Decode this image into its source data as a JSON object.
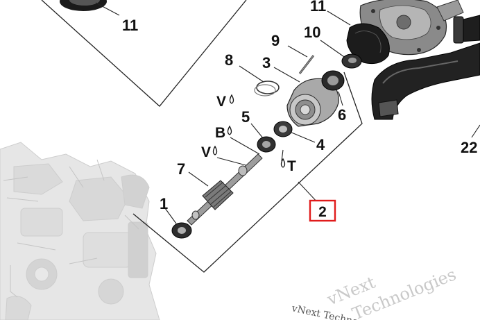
{
  "diagram": {
    "callouts": [
      {
        "id": "c11a",
        "text": "11"
      },
      {
        "id": "c11b",
        "text": "11"
      },
      {
        "id": "c10",
        "text": "10"
      },
      {
        "id": "c9",
        "text": "9"
      },
      {
        "id": "c8",
        "text": "8"
      },
      {
        "id": "c3",
        "text": "3"
      },
      {
        "id": "c6",
        "text": "6"
      },
      {
        "id": "c5",
        "text": "5"
      },
      {
        "id": "c4",
        "text": "4"
      },
      {
        "id": "c7",
        "text": "7"
      },
      {
        "id": "c1",
        "text": "1"
      },
      {
        "id": "c22",
        "text": "22"
      }
    ],
    "assembly_label": "2",
    "assembly_label_color": "#e01b1b",
    "symbols": {
      "v1": "V",
      "v2": "V",
      "b": "B",
      "t": "T"
    },
    "watermark": {
      "line1": "vNext",
      "line2": "Technologies",
      "line3": "vNext Techno"
    }
  }
}
